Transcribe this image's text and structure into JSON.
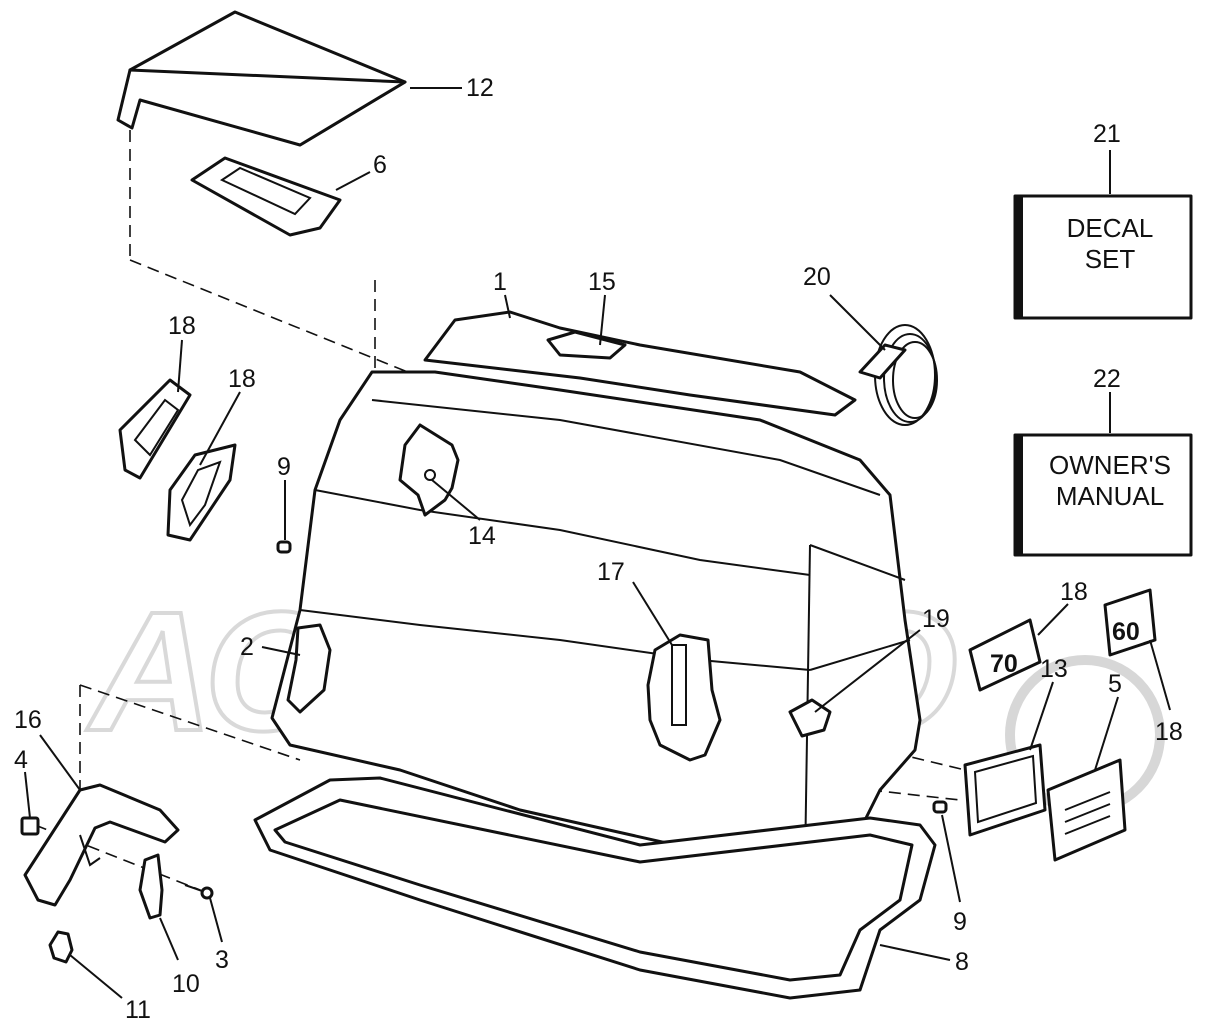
{
  "watermark": {
    "text": "АСНМОТО"
  },
  "callouts": {
    "c1": "1",
    "c2": "2",
    "c3": "3",
    "c4": "4",
    "c5": "5",
    "c6": "6",
    "c8": "8",
    "c9a": "9",
    "c9b": "9",
    "c10": "10",
    "c11": "11",
    "c12": "12",
    "c13": "13",
    "c14": "14",
    "c15": "15",
    "c16": "16",
    "c17": "17",
    "c18a": "18",
    "c18b": "18",
    "c18c": "18",
    "c18d": "18",
    "c19": "19",
    "c20": "20",
    "c21": "21",
    "c22": "22"
  },
  "boxes": {
    "decal": {
      "line1": "DECAL",
      "line2": "SET"
    },
    "manual": {
      "line1": "OWNER'S",
      "line2": "MANUAL"
    }
  },
  "badges": {
    "b70": "70",
    "b60": "60"
  }
}
